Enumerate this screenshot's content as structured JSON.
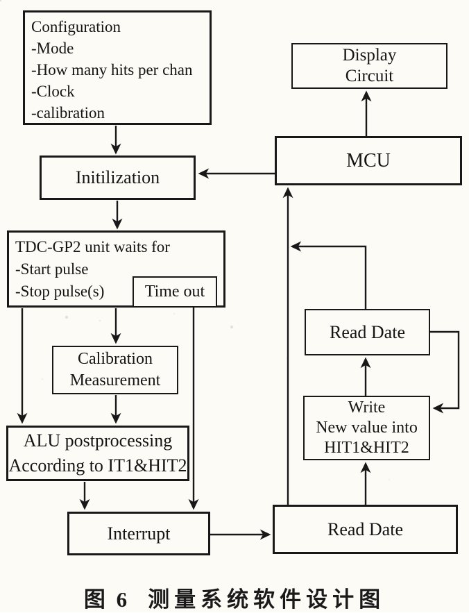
{
  "figure": {
    "caption_prefix": "图 6",
    "caption_text": "测量系统软件设计图"
  },
  "palette": {
    "ink": "#181818",
    "paper": "#fcfbf6"
  },
  "nodes": {
    "configuration": {
      "lines": [
        "Configuration",
        "-Mode",
        "-How many hits per chan",
        "-Clock",
        "-calibration"
      ]
    },
    "initialization": {
      "label": "Initilization"
    },
    "tdc_wait": {
      "lines": [
        "TDC-GP2 unit waits for",
        "-Start pulse",
        "-Stop pulse(s)"
      ]
    },
    "time_out": {
      "label": "Time out"
    },
    "calibration_measurement": {
      "lines": [
        "Calibration",
        "Measurement"
      ]
    },
    "alu_postprocessing": {
      "lines": [
        "ALU postprocessing",
        "According to IT1&HIT2"
      ]
    },
    "interrupt": {
      "label": "Interrupt"
    },
    "display_circuit": {
      "lines": [
        "Display",
        "Circuit"
      ]
    },
    "mcu": {
      "label": "MCU"
    },
    "read_date_upper": {
      "label": "Read Date"
    },
    "write_new_value": {
      "lines": [
        "Write",
        "New value into",
        "HIT1&HIT2"
      ]
    },
    "read_date_lower": {
      "label": "Read Date"
    }
  }
}
